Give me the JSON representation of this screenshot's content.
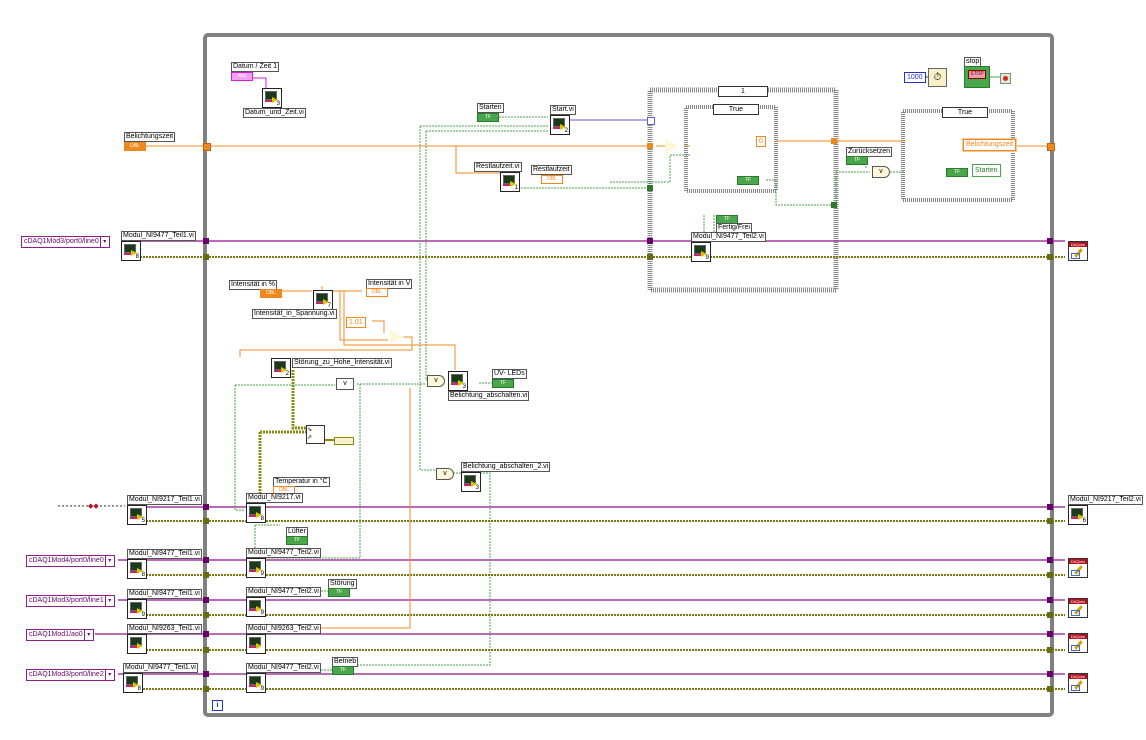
{
  "diagram": {
    "type": "LabVIEW block diagram",
    "while_loop": {
      "iteration_terminal": "i",
      "stop_control_label": "stop",
      "stop_button_text": "STOP"
    },
    "wait_timer": {
      "constant": "1000",
      "icon": "metronome-icon"
    },
    "outside_left": {
      "resources": [
        {
          "text": "cDAQ1Mod3/port0/line0"
        },
        {
          "text": "cDAQ1Mod4/port0/line0"
        },
        {
          "text": "cDAQ1Mod3/port0/line1"
        },
        {
          "text": "cDAQ1Mod1/ao0"
        },
        {
          "text": "cDAQ1Mod3/port0/line2"
        }
      ],
      "subvis": [
        {
          "label": "Modul_NI9477_Teil1.vi",
          "num": "8"
        },
        {
          "label": "Modul_NI9217_Teil1.vi",
          "num": "5"
        },
        {
          "label": "Modul_NI9477_Teil1.vi",
          "num": "8"
        },
        {
          "label": "Modul_NI9477_Teil1.vi",
          "num": "9"
        },
        {
          "label": "Modul_NI9263_Teil1.vi",
          "num": ""
        },
        {
          "label": "Modul_NI9477_Teil1.vi",
          "num": "8"
        }
      ],
      "control_belichtungszeit": {
        "label": "Belichtungszeit",
        "type": "DBL"
      }
    },
    "inside": {
      "datum": {
        "control_label": "Datum / Zeit 1",
        "control_type": "Abc",
        "subvi_label": "Datum_und_Zeit.vi",
        "num": "3"
      },
      "starten": {
        "control_label": "Starten",
        "type": "TF",
        "subvi_label": "Start.vi",
        "num": "2"
      },
      "restlaufzeit": {
        "subvi_label": "Restlaufzeit.vi",
        "num": "1",
        "indicator_label": "Restlaufzeit",
        "type": "DBL"
      },
      "intensitaet": {
        "control_label": "Intensität in %",
        "type": "DBL",
        "subvi_label": "Intensität_in_Spannung.vi",
        "num": "7",
        "indicator_label": "Intensität in V",
        "constant": "1.01"
      },
      "stoerung_intensitaet": {
        "subvi_label": "Störung_zu_Hohe_Intensität.vi",
        "num": "2"
      },
      "belichtung_abschalten": {
        "subvi_label": "Belichtung_abschalten.vi",
        "num": "3",
        "indicator_label": "UV- LEDs",
        "type": "TF"
      },
      "belichtung_abschalten_2": {
        "subvi_label": "Belichtung_abschalten_2.vi",
        "num": "3"
      },
      "temperatur": {
        "indicator_label": "Temperatur in °C",
        "type": "DBL"
      },
      "modules": [
        {
          "label": "Modul_NI9217.vi",
          "num": "8"
        },
        {
          "label": "Modul_NI9477_Teil2.vi",
          "num": "9"
        },
        {
          "label": "Modul_NI9477_Teil2.vi",
          "num": "9"
        },
        {
          "label": "Modul_NI9263_Teil2.vi",
          "num": ""
        },
        {
          "label": "Modul_NI9477_Teil2.vi",
          "num": "9"
        }
      ],
      "indicators": {
        "luefter": "Lüfter",
        "stoerung": "Störung",
        "betrieb": "Betrieb",
        "type": "TF"
      },
      "case_structure_outer": {
        "selector": "1"
      },
      "case_structure_inner": {
        "selector": "True",
        "constant": "0",
        "bool_constant": "TF"
      },
      "fertig": {
        "indicator_label": "Fertig/Frei",
        "subvi_label": "Modul_NI9477_Teil2.vi",
        "num": "9"
      },
      "reset": {
        "control_label": "Zurücksetzen",
        "type": "TF"
      },
      "case_structure_right": {
        "selector": "True",
        "local_var_1": "Belichtungszeit",
        "local_var_2": "Starten",
        "bool_constant": "TF"
      }
    },
    "outside_right": {
      "subvi": {
        "label": "Modul_NI9217_Teil2.vi",
        "num": "6"
      },
      "daqmx_clear_label": "DAQmx"
    }
  }
}
